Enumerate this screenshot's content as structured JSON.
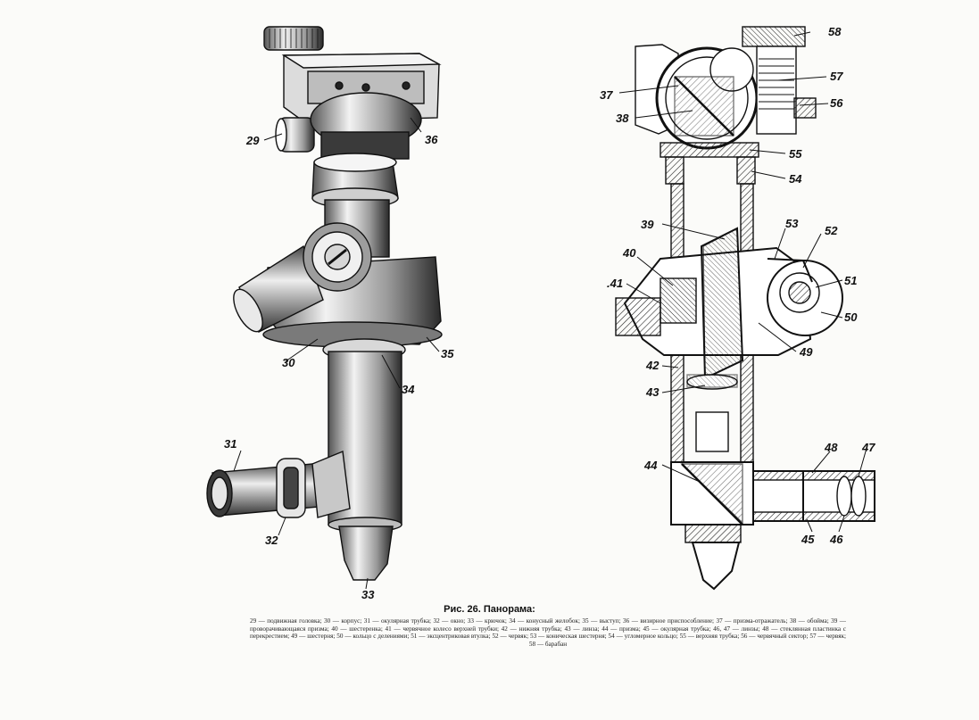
{
  "callouts": {
    "c29": "29",
    "c30": "30",
    "c31": "31",
    "c32": "32",
    "c33": "33",
    "c34": "34",
    "c35": "35",
    "c36": "36",
    "c37": "37",
    "c38": "38",
    "c39": "39",
    "c40": "40",
    "c41": ".41",
    "c42": "42",
    "c43": "43",
    "c44": "44",
    "c45": "45",
    "c46": "46",
    "c47": "47",
    "c48": "48",
    "c49": "49",
    "c50": "50",
    "c51": "51",
    "c52": "52",
    "c53": "53",
    "c54": "54",
    "c55": "55",
    "c56": "56",
    "c57": "57",
    "c58": "58"
  },
  "caption": {
    "title": "Рис. 26. Панорама:",
    "body": "29 — подвижная головка; 30 — корпус; 31 — окулярная трубка; 32 — окно; 33 — крючок; 34 — конусный желобок; 35 — выступ; 36 — визирное приспособление; 37 — призма-отражатель; 38 — обойма; 39 — проворачивающаяся призма; 40 — шестеренка; 41 — червячное колесо верхней трубки; 42 — нижняя трубка; 43 — линза; 44 — призма; 45 — окулярная трубка; 46, 47 — линзы; 48 — стеклянная пластинка с перекрестием; 49 — шестерня; 50 — кольцо с делениями; 51 — эксцентриковая втулка; 52 — червяк; 53 — коническая шестерня; 54 — угломерное кольцо; 55 — верхняя трубка; 56 — червячный сектор; 57 — червяк; 58 — барабан"
  }
}
